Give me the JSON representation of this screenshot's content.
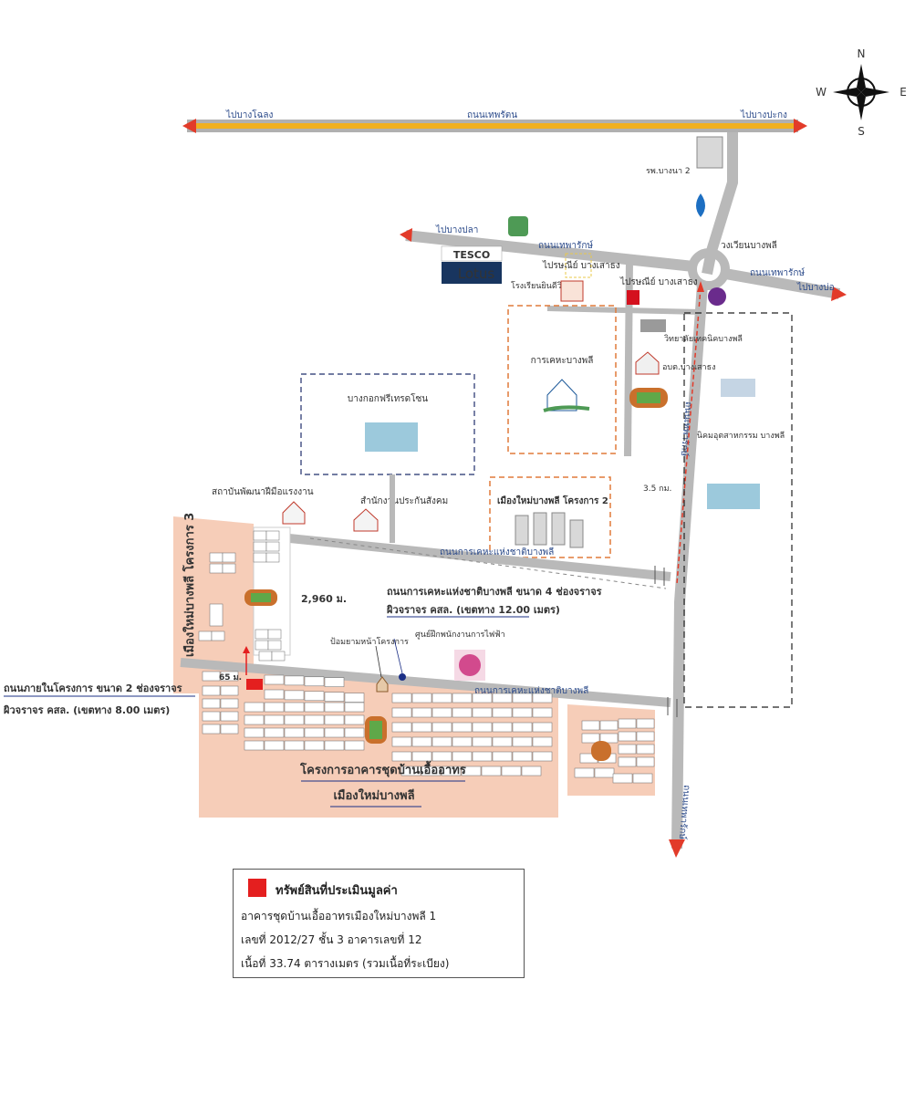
{
  "compass": {
    "n": "N",
    "s": "S",
    "e": "E",
    "w": "W"
  },
  "roads": {
    "top_road": "ถนนเทพรัตน",
    "top_left_dest": "ไปบางโฉลง",
    "top_right_dest": "ไปบางปะกง",
    "mid_road": "ถนนเทพารักษ์",
    "mid_left_dest": "ไปบางปลา",
    "mid_right_dest": "ไปบางบ่อ",
    "vertical_road": "ถนนเทพารักษ์",
    "bottom_right_road": "ถนนเทพารักษ์",
    "welfare_road_upper": "ถนนการเคหะแห่งชาติบางพลี",
    "welfare_road_lower": "ถนนการเคหะแห่งชาติบางพลี",
    "distance_35": "3.5 กม.",
    "distance_2960": "2,960 ม.",
    "distance_65": "65 ม."
  },
  "places": {
    "bangna_hospital": "รพ.บางนา 2",
    "roundabout": "วงเวียนบางพลี",
    "post_office_1": "ไปรษณีย์ บางเสาธง",
    "post_office_2": "ไปรษณีย์ บางเสาธง",
    "school": "โรงเรียนยินดีวิทย์",
    "college": "วิทยาลัยเทคนิคบางพลี",
    "district_office": "อบต.บางเสาธง",
    "housing_authority": "การเคหะบางพลี",
    "freezone": "บางกอกฟรีเทรดโซน",
    "industrial_estate": "นิคมอุตสาหกรรม\nบางพลี",
    "skill_institute": "สถาบันพัฒนาฝีมือแรงงาน",
    "social_security": "สำนักงานประกันสังคม",
    "new_town_2": "เมืองใหม่บางพลี โครงการ 2",
    "new_town_3": "เมืองใหม่บางพลี โครงการ 3",
    "guard_post": "ป้อมยามหน้าโครงการ",
    "training_center": "ศูนย์ฝึกพนักงานการไฟฟ้า",
    "project_name_1": "โครงการอาคารชุดบ้านเอื้ออาทร",
    "project_name_2": "เมืองใหม่บางพลี",
    "tesco_line1": "TESCO",
    "tesco_line2": "Lotus"
  },
  "road_notes": {
    "main_road_title": "ถนนการเคหะแห่งชาติบางพลี ขนาด 4 ช่องจราจร",
    "main_road_sub": "ผิวจราจร คสล. (เขตทาง 12.00 เมตร)",
    "inner_road_title": "ถนนภายในโครงการ ขนาด 2 ช่องจราจร",
    "inner_road_sub": "ผิวจราจร คสล. (เขตทาง 8.00 เมตร)"
  },
  "legend": {
    "title": "ทรัพย์สินที่ประเมินมูลค่า",
    "line1": "อาคารชุดบ้านเอื้ออาทรเมืองใหม่บางพลี 1",
    "line2": "เลขที่ 2012/27 ชั้น 3 อาคารเลขที่ 12",
    "line3": "เนื้อที่ 33.74 ตารางเมตร (รวมเนื้อที่ระเบียง)",
    "swatch_color": "#e41f1f"
  },
  "colors": {
    "road_gray": "#b9b9b9",
    "highway_yellow": "#f0b020",
    "arrow_red": "#e23b2a",
    "project_fill": "#f6cdb8",
    "target_red": "#e41f1f",
    "label_blue": "#1b2f86"
  }
}
